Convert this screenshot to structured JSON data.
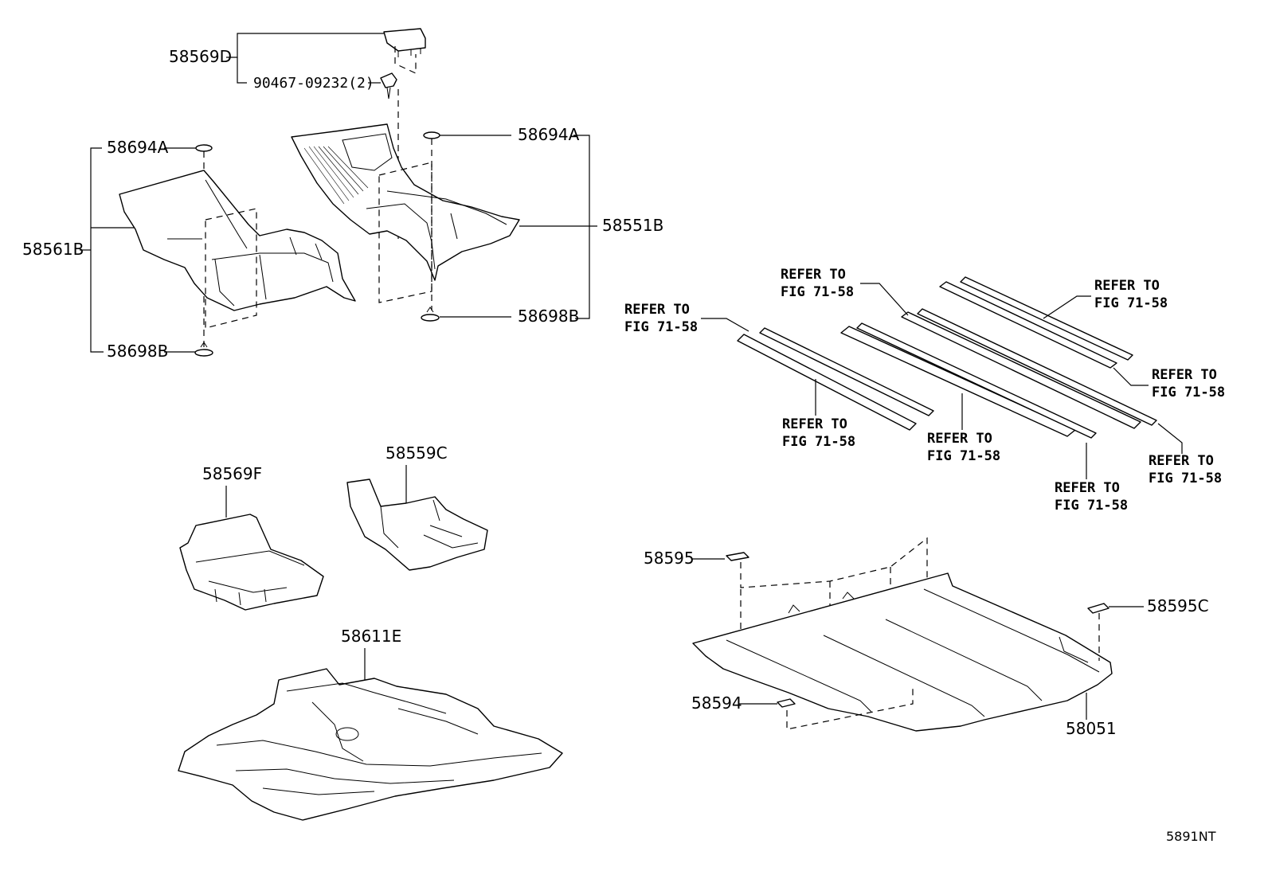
{
  "labels": {
    "p58569D": "58569D",
    "p90467": "90467-09232(2)",
    "p58694A_left": "58694A",
    "p58694A_right": "58694A",
    "p58561B": "58561B",
    "p58551B": "58551B",
    "p58698B_right": "58698B",
    "p58698B_left": "58698B",
    "p58569F": "58569F",
    "p58559C": "58559C",
    "p58611E": "58611E",
    "p58595": "58595",
    "p58595C": "58595C",
    "p58594": "58594",
    "p58051": "58051"
  },
  "refs": [
    {
      "line1": "REFER TO",
      "line2": "FIG 71-58"
    },
    {
      "line1": "REFER TO",
      "line2": "FIG 71-58"
    },
    {
      "line1": "REFER TO",
      "line2": "FIG 71-58"
    },
    {
      "line1": "REFER TO",
      "line2": "FIG 71-58"
    },
    {
      "line1": "REFER TO",
      "line2": "FIG 71-58"
    },
    {
      "line1": "REFER TO",
      "line2": "FIG 71-58"
    },
    {
      "line1": "REFER TO",
      "line2": "FIG 71-58"
    },
    {
      "line1": "REFER TO",
      "line2": "FIG 71-58"
    }
  ],
  "diagram_code": "5891NT"
}
